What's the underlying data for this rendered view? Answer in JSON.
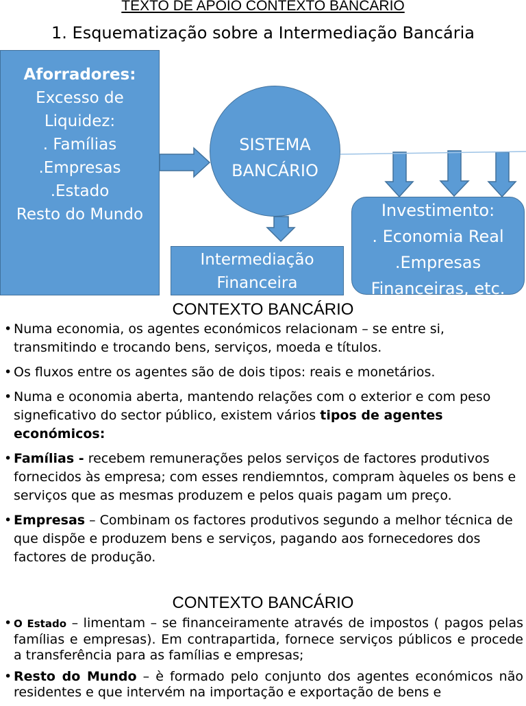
{
  "header": {
    "top_title": "TEXTO DE APOIO CONTEXTO BANCÁRIO",
    "diagram_title": "1. Esquematização sobre a Intermediação Bancária"
  },
  "diagram": {
    "savers": {
      "heading": "Aforradores:",
      "lines": [
        "Excesso de",
        "Liquidez:",
        ". Famílias",
        ".Empresas",
        ".Estado",
        "Resto do  Mundo"
      ]
    },
    "center": {
      "lines": [
        "SISTEMA",
        "BANCÁRIO"
      ]
    },
    "intermediation": {
      "lines": [
        "Intermediação",
        "Financeira"
      ]
    },
    "investment": {
      "lines": [
        "Investimento:",
        ". Economia Real",
        ".Empresas",
        "Financeiras, etc."
      ]
    },
    "colors": {
      "fill": "#5b9bd5",
      "border": "#41719c"
    }
  },
  "section1": {
    "title": "CONTEXTO BANCÁRIO",
    "bullets": [
      {
        "bold": "",
        "text": "Numa economia, os agentes económicos relacionam – se entre si, transmitindo e trocando bens, serviços, moeda e títulos."
      },
      {
        "bold": "",
        "text": "Os fluxos entre os agentes são de dois tipos: reais e monetários."
      },
      {
        "bold": "",
        "text": "Numa e oconomia aberta, mantendo relações com o exterior e com peso signeficativo do sector público, existem vários ",
        "bold_tail": "tipos de agentes económicos:"
      },
      {
        "bold": "Famílias -",
        "text": " recebem remunerações pelos serviços de factores produtivos fornecidos às empresa; com esses rendiemntos, compram àqueles os bens e serviços que as mesmas produzem e pelos quais pagam um preço."
      },
      {
        "bold": "Empresas",
        "text": " – Combinam os factores produtivos segundo a melhor técnica de que dispõe e produzem bens e serviços, pagando aos fornecedores dos factores de produção."
      }
    ]
  },
  "section2": {
    "title": "CONTEXTO BANCÁRIO",
    "bullets": [
      {
        "bold": "O Estado",
        "text": " – limentam – se financeiramente através de impostos ( pagos pelas famílias e empresas). Em contrapartida, fornece serviços públicos e procede a transferência para as famílias e empresas;"
      },
      {
        "bold": "Resto do Mundo",
        "text": " – è formado pelo conjunto dos agentes económicos não residentes e que intervém na importação e exportação de bens e"
      }
    ]
  }
}
